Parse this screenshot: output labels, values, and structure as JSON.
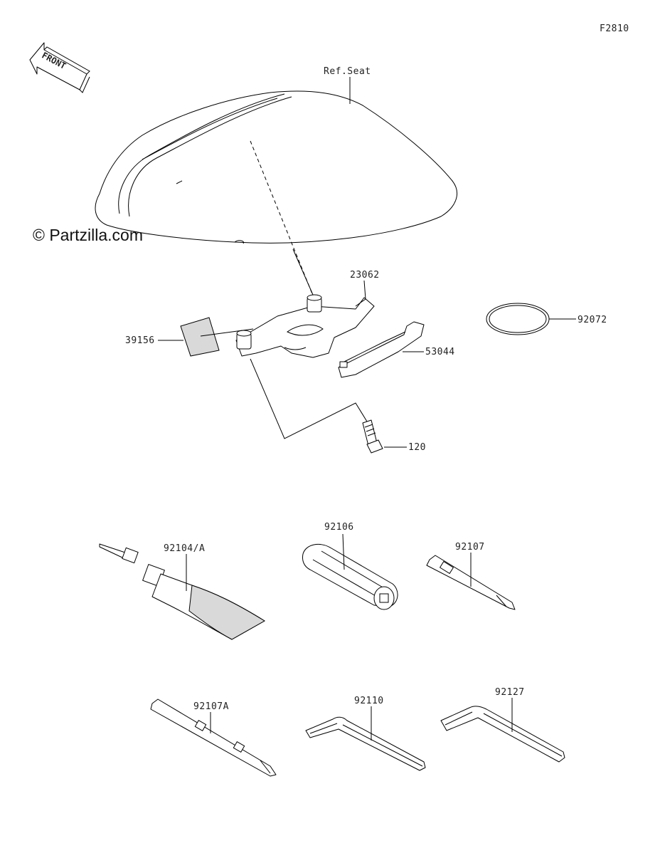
{
  "figure_code": "F2810",
  "front_label": "FRONT",
  "watermark": "© Partzilla.com",
  "reference_label": "Ref.Seat",
  "parts": {
    "p23062": "23062",
    "p39156": "39156",
    "p53044": "53044",
    "p92072": "92072",
    "p120": "120",
    "p92104A": "92104/A",
    "p92106": "92106",
    "p92107": "92107",
    "p92107A": "92107A",
    "p92110": "92110",
    "p92127": "92127"
  }
}
